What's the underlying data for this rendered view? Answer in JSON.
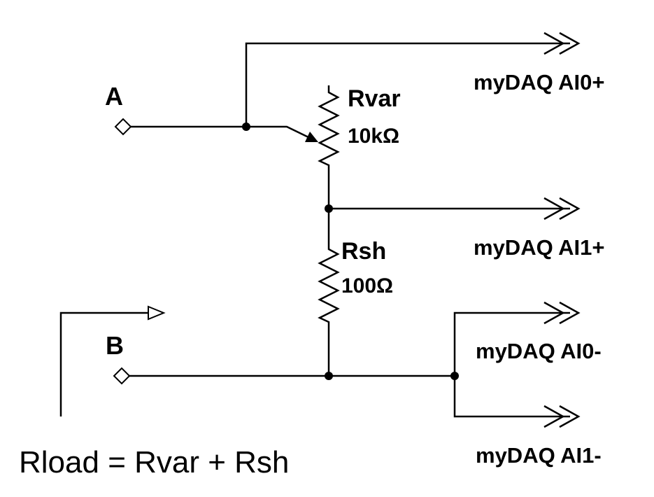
{
  "nodes": {
    "a": "A",
    "b": "B"
  },
  "components": {
    "rvar": {
      "name": "Rvar",
      "value": "10kΩ"
    },
    "rsh": {
      "name": "Rsh",
      "value": "100Ω"
    }
  },
  "outputs": {
    "ai0_pos": "myDAQ AI0+",
    "ai1_pos": "myDAQ AI1+",
    "ai0_neg": "myDAQ AI0-",
    "ai1_neg": "myDAQ AI1-"
  },
  "equation": "Rload = Rvar + Rsh"
}
